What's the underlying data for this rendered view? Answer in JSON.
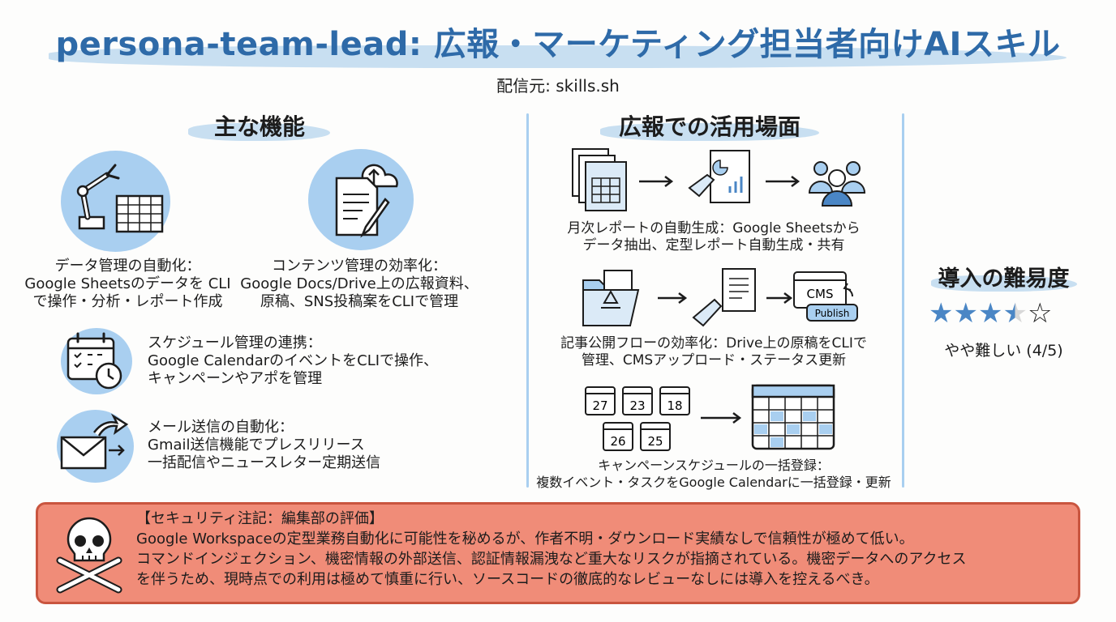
{
  "title": "persona-team-lead: 広報・マーケティング担当者向けAIスキル",
  "subtitle": "配信元: skills.sh",
  "features_heading": "主な機能",
  "features": [
    {
      "lines": [
        "データ管理の自動化：",
        "Google Sheetsのデータを CLI",
        "で操作・分析・レポート作成"
      ],
      "icon": "robot-arm-spreadsheet-icon"
    },
    {
      "lines": [
        "コンテンツ管理の効率化：",
        "Google Docs/Drive上の広報資料、",
        "原稿、SNS投稿案をCLIで管理"
      ],
      "icon": "document-pen-cloud-icon"
    },
    {
      "lines": [
        "スケジュール管理の連携：",
        "Google CalendarのイベントをCLIで操作、",
        "キャンペーンやアポを管理"
      ],
      "icon": "calendar-clock-icon"
    },
    {
      "lines": [
        "メール送信の自動化：",
        "Gmail送信機能でプレスリリース",
        "一括配信やニュースレター定期送信"
      ],
      "icon": "mail-send-icon"
    }
  ],
  "usecases_heading": "広報での活用場面",
  "usecases": [
    {
      "lines": [
        "月次レポートの自動生成：Google Sheetsから",
        "データ抽出、定型レポート自動生成・共有"
      ]
    },
    {
      "lines": [
        "記事公開フローの効率化：Drive上の原稿をCLIで",
        "管理、CMSアップロード・ステータス更新"
      ]
    },
    {
      "lines": [
        "キャンペーンスケジュールの一括登録：",
        "複数イベント・タスクをGoogle Calendarに一括登録・更新"
      ]
    }
  ],
  "cms_label": "CMS",
  "publish_label": "Publish",
  "calendar_dates": [
    "27",
    "23",
    "18",
    "26",
    "25"
  ],
  "difficulty": {
    "heading": "導入の難易度",
    "rating": 3.5,
    "max": 5,
    "label": "やや難しい (4/5)"
  },
  "warning": {
    "heading": "【セキュリティ注記：編集部の評価】",
    "lines": [
      "Google Workspaceの定型業務自動化に可能性を秘めるが、作者不明・ダウンロード実績なしで信頼性が極めて低い。",
      "コマンドインジェクション、機密情報の外部送信、認証情報漏洩など重大なリスクが指摘されている。機密データへのアクセス",
      "を伴うため、現時点での利用は極めて慎重に行い、ソースコードの徹底的なレビューなしには導入を控えるべき。"
    ],
    "icon": "skull-crossbones-icon"
  },
  "colors": {
    "title": "#2e6aa8",
    "accent": "#a9cff0",
    "star": "#4a86c5",
    "warning_bg": "#f08c78",
    "warning_border": "#c9553f"
  }
}
